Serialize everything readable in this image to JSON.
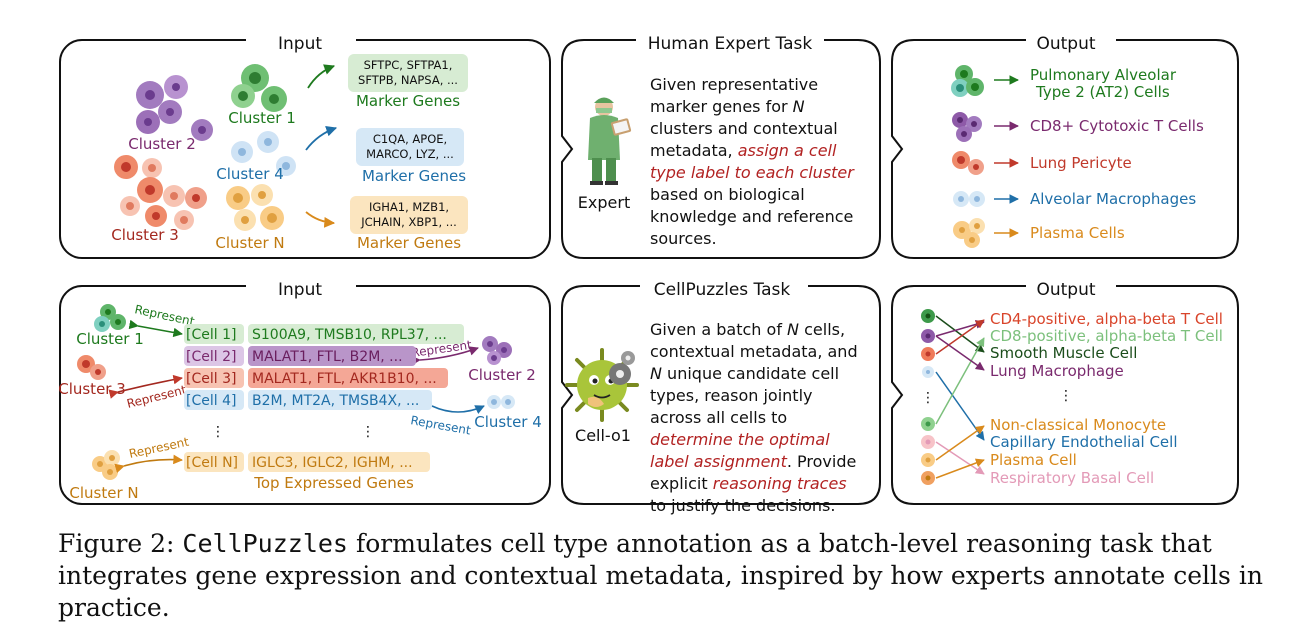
{
  "panels": {
    "input_top": "Input",
    "expert_task": "Human Expert Task",
    "output_top": "Output",
    "input_bottom": "Input",
    "cellpuzzles_task": "CellPuzzles Task",
    "output_bottom": "Output"
  },
  "top_input": {
    "clusters": [
      "Cluster 1",
      "Cluster 2",
      "Cluster 4",
      "Cluster 3",
      "Cluster N"
    ],
    "genes": [
      [
        "SFTPC, SFTPA1,",
        "SFTPB, NAPSA, ..."
      ],
      [
        "C1QA, APOE,",
        "MARCO, LYZ, ..."
      ],
      [
        "IGHA1, MZB1,",
        "JCHAIN, XBP1, ..."
      ]
    ],
    "marker_label": "Marker Genes"
  },
  "expert": {
    "label": "Expert",
    "lines": [
      "Given representative",
      "marker genes for ",
      "N",
      "clusters and contextual",
      "metadata, ",
      "assign a cell",
      "type label to each cluster",
      "based on biological",
      "knowledge and reference",
      "sources."
    ]
  },
  "top_output": {
    "labels": [
      "Pulmonary Alveolar",
      "Type 2 (AT2) Cells",
      "CD8+ Cytotoxic T Cells",
      "Lung Pericyte",
      "Alveolar Macrophages",
      "Plasma Cells"
    ]
  },
  "bottom_input": {
    "clusters": [
      "Cluster 1",
      "Cluster 2",
      "Cluster 3",
      "Cluster 4",
      "Cluster N"
    ],
    "represent": "Represent",
    "rows": [
      {
        "cell": "[Cell 1]",
        "genes": "S100A9, TMSB10, RPL37, ..."
      },
      {
        "cell": "[Cell 2]",
        "genes": "MALAT1, FTL, B2M, ..."
      },
      {
        "cell": "[Cell 3]",
        "genes": "MALAT1, FTL, AKR1B10, ..."
      },
      {
        "cell": "[Cell 4]",
        "genes": "B2M, MT2A, TMSB4X, ..."
      },
      {
        "cell": "[Cell N]",
        "genes": "IGLC3, IGLC2, IGHM, ..."
      }
    ],
    "ellipsis": "⋮",
    "footer": "Top Expressed Genes"
  },
  "cellpuzzles": {
    "label": "Cell-o1",
    "lines": [
      "Given a batch of ",
      "N",
      " cells,",
      "contextual metadata, and",
      "N",
      " unique candidate cell",
      "types, reason jointly",
      "across all cells to",
      "determine the optimal",
      "label assignment",
      ". Provide",
      "explicit ",
      "reasoning traces",
      "to justify the decisions."
    ]
  },
  "bottom_output": {
    "labels": [
      "CD4-positive, alpha-beta T Cell",
      "CD8-positive, alpha-beta T Cell",
      "Smooth Muscle Cell",
      "Lung Macrophage",
      "Non-classical Monocyte",
      "Capillary Endothelial Cell",
      "Plasma Cell",
      "Respiratory Basal Cell"
    ],
    "ellipsis": "⋮"
  },
  "caption": {
    "prefix": "Figure 2: ",
    "code": "CellPuzzles",
    "text": " formulates cell type annotation as a batch-level reasoning task that integrates gene expression and contextual metadata, inspired by how experts annotate cells in practice."
  },
  "colors": {
    "green": "#1e7a1e",
    "purple": "#7a2a6e",
    "red": "#c0392b",
    "blue": "#1f6fa8",
    "orange": "#d98a1c",
    "task_red": "#b22222"
  }
}
